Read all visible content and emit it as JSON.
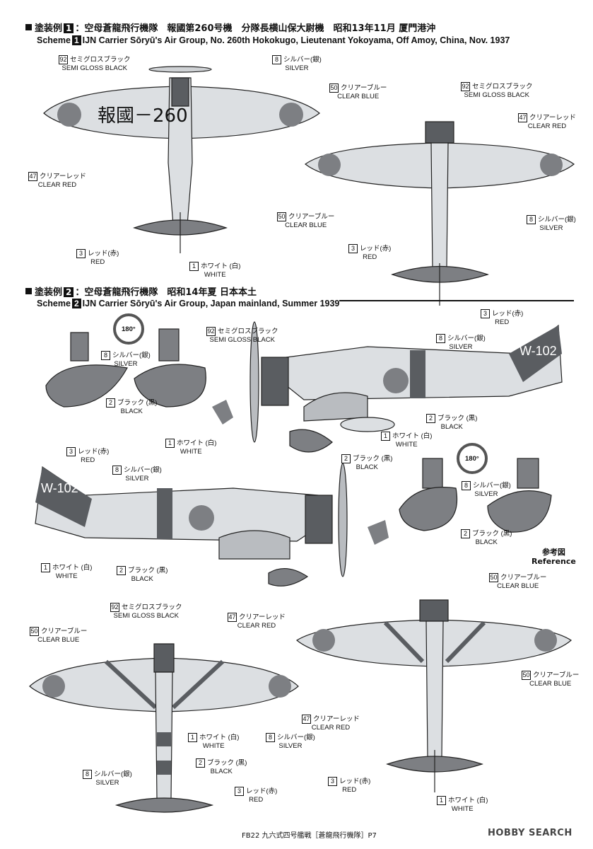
{
  "scheme1": {
    "jp_prefix": "塗装例",
    "number": "1",
    "jp_title": "：空母蒼龍飛行機隊　報國第260号機　分隊長横山保大尉機　昭和13年11月 厦門港沖",
    "en_prefix": "Scheme",
    "en_title": "IJN Carrier Sōryū's Air Group, No. 260th Hokokugo, Lieutenant Yokoyama, Off Amoy, China, Nov. 1937",
    "wing_marking": "報國－260"
  },
  "scheme2": {
    "jp_prefix": "塗装例",
    "number": "2",
    "jp_title": "：空母蒼龍飛行機隊　昭和14年夏 日本本土",
    "en_prefix": "Scheme",
    "en_title": "IJN Carrier Sōryū's Air Group, Japan mainland,  Summer 1939",
    "tail_code": "W-102"
  },
  "colors": {
    "c1": {
      "num": "1",
      "jp": "ホワイト (白)",
      "en": "WHITE"
    },
    "c2": {
      "num": "2",
      "jp": "ブラック (黒)",
      "en": "BLACK"
    },
    "c3": {
      "num": "3",
      "jp": "レッド(赤)",
      "en": "RED"
    },
    "c8": {
      "num": "8",
      "jp": "シルバー(銀)",
      "en": "SILVER"
    },
    "c47": {
      "num": "47",
      "jp": "クリアーレッド",
      "en": "CLEAR RED"
    },
    "c50": {
      "num": "50",
      "jp": "クリアーブルー",
      "en": "CLEAR BLUE"
    },
    "c92": {
      "num": "92",
      "jp": "セミグロスブラック",
      "en": "SEMI GLOSS BLACK"
    }
  },
  "rotate": "180°",
  "reference": {
    "jp": "参考図",
    "en": "Reference"
  },
  "footer": "FB22 九六式四号艦戦［蒼龍飛行機隊］P7",
  "watermark": "HOBBY SEARCH",
  "swatch_colors": {
    "gray": "#b9bcc0",
    "dark": "#5a5d61",
    "light": "#dcdfe2",
    "red": "#7d7f83"
  }
}
